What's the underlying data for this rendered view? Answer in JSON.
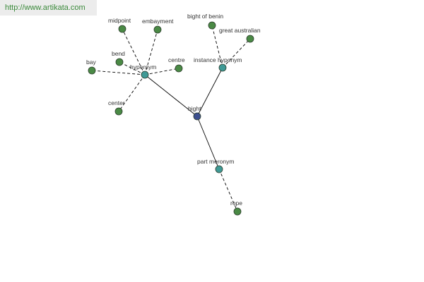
{
  "source_url": "http://www.artikata.com",
  "colors": {
    "root_node": "#3d4f8f",
    "relation_node": "#3f9a96",
    "word_node": "#4a8a45",
    "node_stroke": "#2c3d2c",
    "edge": "#000000",
    "url_text": "#3b8a3b",
    "banner_bg": "#ececec"
  },
  "graph": {
    "root": {
      "id": "bight",
      "label": "bight",
      "kind": "root"
    },
    "relations": [
      {
        "id": "hypernym",
        "label": "hypernym",
        "kind": "relation"
      },
      {
        "id": "instance_hyponym",
        "label": "instance hyponym",
        "kind": "relation"
      },
      {
        "id": "part_meronym",
        "label": "part meronym",
        "kind": "relation"
      }
    ],
    "words": [
      {
        "id": "midpoint",
        "label": "midpoint",
        "relation": "hypernym"
      },
      {
        "id": "embayment",
        "label": "embayment",
        "relation": "hypernym"
      },
      {
        "id": "bend",
        "label": "bend",
        "relation": "hypernym"
      },
      {
        "id": "bay",
        "label": "bay",
        "relation": "hypernym"
      },
      {
        "id": "centre",
        "label": "centre",
        "relation": "hypernym"
      },
      {
        "id": "center",
        "label": "center",
        "relation": "hypernym"
      },
      {
        "id": "bight_of_benin",
        "label": "bight of benin",
        "relation": "instance_hyponym"
      },
      {
        "id": "great_australian",
        "label": "great australian",
        "relation": "instance_hyponym"
      },
      {
        "id": "rope",
        "label": "rope",
        "relation": "part_meronym"
      }
    ],
    "edges": [
      {
        "from": "bight",
        "to": "hypernym",
        "style": "solid"
      },
      {
        "from": "bight",
        "to": "instance_hyponym",
        "style": "solid"
      },
      {
        "from": "bight",
        "to": "part_meronym",
        "style": "solid"
      },
      {
        "from": "hypernym",
        "to": "midpoint",
        "style": "dashed"
      },
      {
        "from": "hypernym",
        "to": "embayment",
        "style": "dashed"
      },
      {
        "from": "hypernym",
        "to": "bend",
        "style": "dashed"
      },
      {
        "from": "hypernym",
        "to": "bay",
        "style": "dashed"
      },
      {
        "from": "hypernym",
        "to": "centre",
        "style": "dashed"
      },
      {
        "from": "hypernym",
        "to": "center",
        "style": "dashed"
      },
      {
        "from": "instance_hyponym",
        "to": "bight_of_benin",
        "style": "dashed"
      },
      {
        "from": "instance_hyponym",
        "to": "great_australian",
        "style": "dashed"
      },
      {
        "from": "part_meronym",
        "to": "rope",
        "style": "dashed"
      }
    ]
  }
}
